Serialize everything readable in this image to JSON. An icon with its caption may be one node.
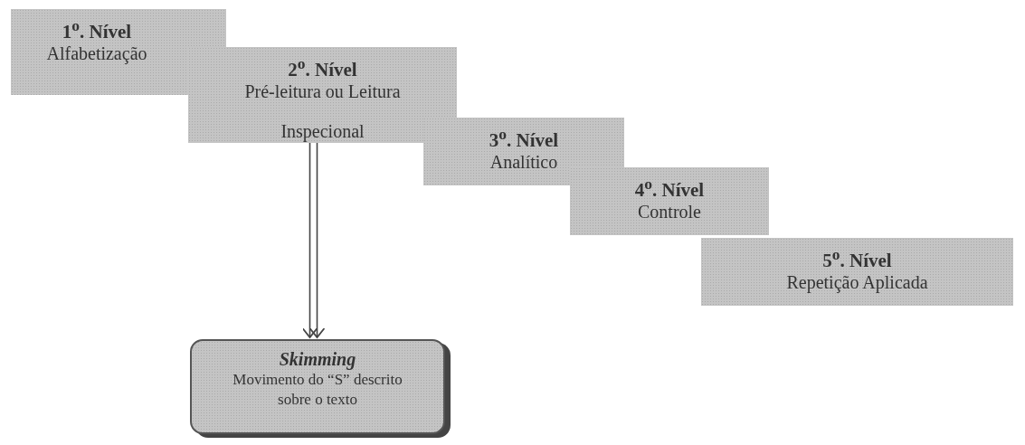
{
  "diagram": {
    "nodes": [
      {
        "text": [
          "1$^{o}$. Nível",
          "Alfabetização"
        ]
      },
      {
        "text": [
          "2$^{o}$. Nível",
          "Pré-leitura ou Leitura Inspecional"
        ]
      },
      {
        "text": [
          "3$^{o}$. Nível",
          "Analítico"
        ]
      },
      {
        "text": [
          "4$^{o}$. Nível",
          "Controle"
        ]
      },
      {
        "text": [
          "5$^{o}$. Nível",
          "Repetição Aplicada"
        ]
      },
      {
        "text": [
          "Skimming",
          "Movimento do “S” descrito sobre o texto"
        ]
      }
    ],
    "edges": [
      {
        "from": 1,
        "to": 5,
        "arrow": "to"
      }
    ]
  }
}
